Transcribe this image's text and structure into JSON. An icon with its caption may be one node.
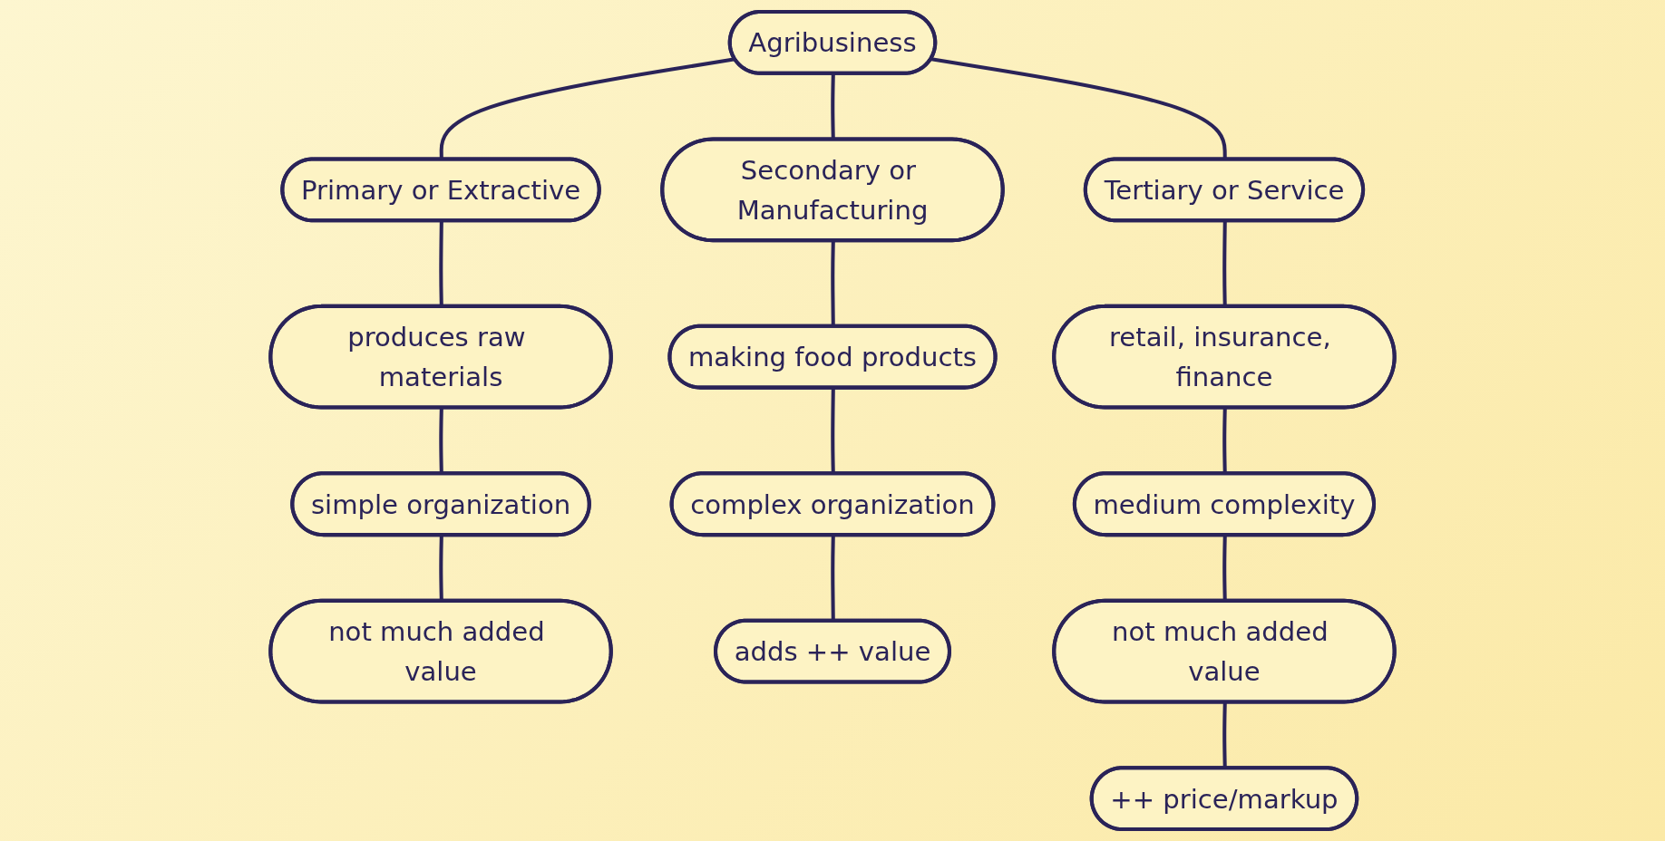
{
  "diagram": {
    "nodes": [
      {
        "text": [
          "Agribusiness"
        ]
      },
      {
        "text": [
          "Primary or Extractive"
        ]
      },
      {
        "text": [
          "produces raw materials"
        ]
      },
      {
        "text": [
          "simple organization"
        ]
      },
      {
        "text": [
          "not much added value"
        ]
      },
      {
        "text": [
          "Secondary or Manufacturing"
        ]
      },
      {
        "text": [
          "making food products"
        ]
      },
      {
        "text": [
          "complex organization"
        ]
      },
      {
        "text": [
          "adds ++ value"
        ]
      },
      {
        "text": [
          "Tertiary or Service"
        ]
      },
      {
        "text": [
          "retail, insurance, finance"
        ]
      },
      {
        "text": [
          "medium complexity"
        ]
      },
      {
        "text": [
          "not much added value"
        ]
      },
      {
        "text": [
          "++ price/markup"
        ]
      }
    ],
    "edges": [
      {
        "from": 0,
        "to": 1,
        "arrow": "none"
      },
      {
        "from": 1,
        "to": 2,
        "arrow": "none"
      },
      {
        "from": 2,
        "to": 3,
        "arrow": "none"
      },
      {
        "from": 3,
        "to": 4,
        "arrow": "none"
      },
      {
        "from": 0,
        "to": 5,
        "arrow": "none"
      },
      {
        "from": 5,
        "to": 6,
        "arrow": "none"
      },
      {
        "from": 6,
        "to": 7,
        "arrow": "none"
      },
      {
        "from": 7,
        "to": 8,
        "arrow": "none"
      },
      {
        "from": 0,
        "to": 9,
        "arrow": "none"
      },
      {
        "from": 9,
        "to": 10,
        "arrow": "none"
      },
      {
        "from": 10,
        "to": 11,
        "arrow": "none"
      },
      {
        "from": 11,
        "to": 12,
        "arrow": "none"
      },
      {
        "from": 12,
        "to": 13,
        "arrow": "none"
      }
    ]
  }
}
